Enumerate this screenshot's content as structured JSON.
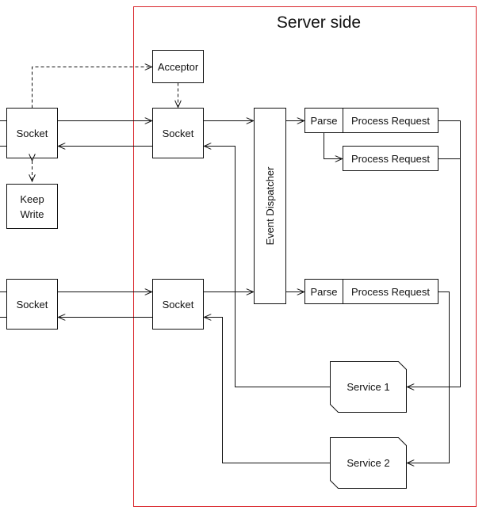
{
  "server": {
    "title": "Server side",
    "border_color": "#d9262c"
  },
  "client": {
    "socket_top": "Socket",
    "keep_write": [
      "Keep",
      "Write"
    ],
    "socket_bottom": "Socket"
  },
  "server_nodes": {
    "acceptor": "Acceptor",
    "socket_top": "Socket",
    "socket_bottom": "Socket",
    "event_dispatcher": "Event Dispatcher",
    "parse_1": "Parse",
    "process_request_1": "Process Request",
    "process_request_2": "Process Request",
    "parse_2": "Parse",
    "process_request_3": "Process Request",
    "service_1": "Service 1",
    "service_2": "Service 2"
  }
}
